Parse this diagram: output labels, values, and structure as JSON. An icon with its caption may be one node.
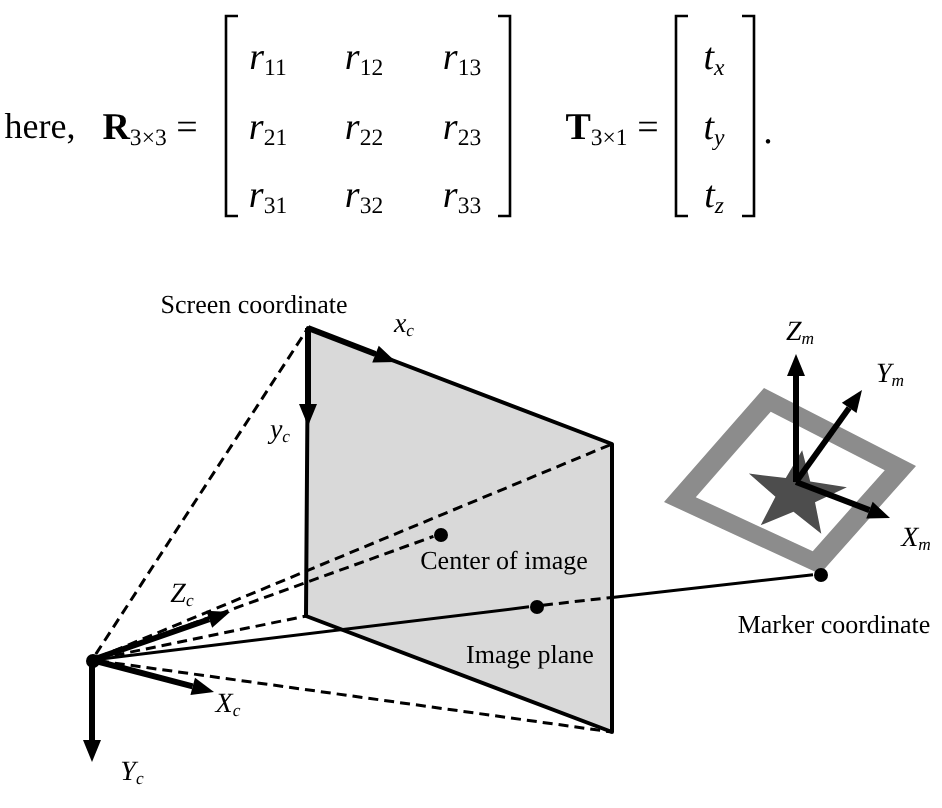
{
  "diagram": {
    "nodes": [
      {
        "text": [],
        "shape": "circle"
      },
      {
        "text": [
          "Image plane"
        ]
      },
      {
        "text": [],
        "shape": "circle",
        "in": 1,
        "beside": [
          "Center of image"
        ]
      },
      {
        "text": [],
        "shape": "circle",
        "in": 1
      },
      {
        "text": [],
        "shape": "circle",
        "beside": [
          "Marker coordinate"
        ]
      }
    ],
    "edges": [
      {
        "from": 0,
        "to": 1,
        "arrow": "none",
        "style": "dashed"
      },
      {
        "from": 0,
        "to": 1,
        "arrow": "none",
        "style": "dashed"
      },
      {
        "from": 0,
        "to": 1,
        "arrow": "none",
        "style": "dashed"
      },
      {
        "from": 0,
        "to": 1,
        "arrow": "none",
        "style": "dashed"
      },
      {
        "from": 0,
        "to": 2,
        "arrow": "none",
        "style": "dashed"
      },
      {
        "from": 0,
        "to": 3,
        "arrow": "none"
      },
      {
        "from": 3,
        "to": 1,
        "arrow": "none",
        "style": "dashed"
      },
      {
        "from": 1,
        "to": 4,
        "arrow": "none"
      }
    ],
    "labels": [
      "here,",
      "**R**$_{3×3}$ =",
      "*r*$_{11}$",
      "*r*$_{12}$",
      "*r*$_{13}$",
      "*r*$_{21}$",
      "*r*$_{22}$",
      "*r*$_{23}$",
      "*r*$_{31}$",
      "*r*$_{32}$",
      "*r*$_{33}$",
      "**T**$_{3×1}$ =",
      "t$_{x}$",
      "t$_{y}$",
      "t$_{z}$",
      ".",
      "Screen coordinate",
      "x$_{c}$",
      "Z$_{m}$",
      "Y$_{m}$",
      "y$_{c}$",
      "X$_{m}$",
      "Z$_{c}$",
      "X$_{c}$",
      "Y$_{c}$"
    ]
  }
}
